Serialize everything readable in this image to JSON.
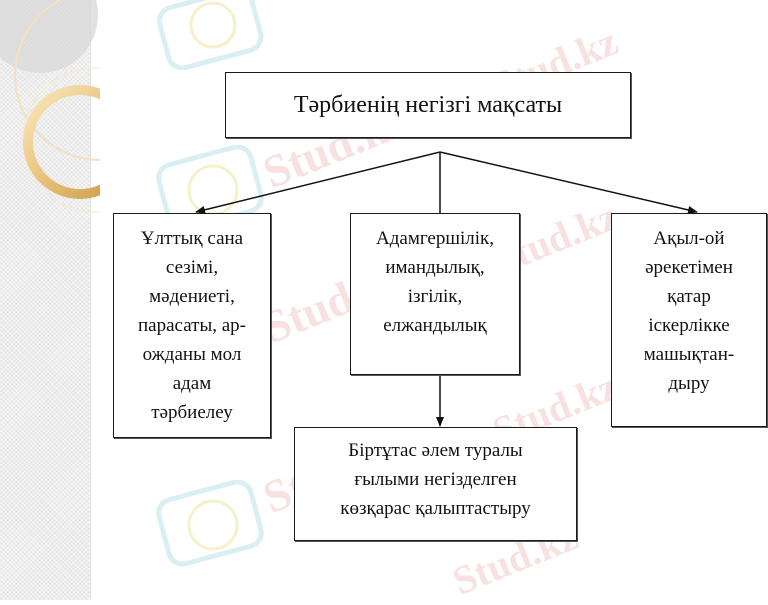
{
  "diagram": {
    "title": "Тәрбиенің негізгі мақсаты",
    "branches": [
      {
        "id": "left",
        "lines": [
          "Ұлттық сана",
          "сезімі,",
          "мәдениеті,",
          "парасаты, ар-",
          "ожданы мол",
          "адам",
          "тәрбиелеу"
        ]
      },
      {
        "id": "middle",
        "lines": [
          "Адамгершілік,",
          "имандылық,",
          "ізгілік,",
          "елжандылық"
        ]
      },
      {
        "id": "right",
        "lines": [
          "Ақыл-ой",
          "әрекетімен",
          "қатар",
          "іскерлікке",
          "машықтан-",
          "дыру"
        ]
      }
    ],
    "child_of_middle": {
      "lines": [
        "Біртұтас әлем туралы",
        "ғылыми негізделген",
        "көзқарас қалыптастыру"
      ]
    },
    "watermark_text": "Stud.kz",
    "colors": {
      "box_border": "#1a1a1a",
      "text": "#111111",
      "watermark": "#dc7878",
      "ring_gold": "#e8c27a"
    }
  }
}
